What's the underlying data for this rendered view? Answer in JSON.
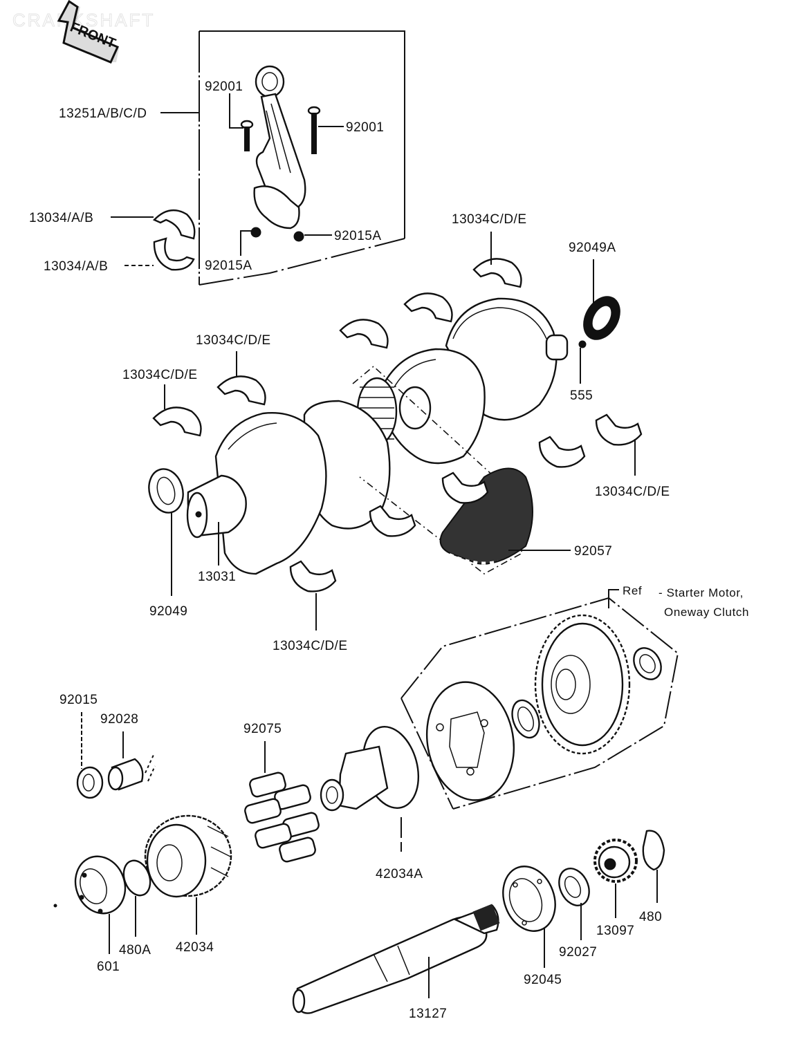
{
  "title_watermark": "CRANKSHAFT",
  "front_arrow": {
    "label": "FRONT"
  },
  "reference_note": {
    "ref": "Ref",
    "line1": "- Starter Motor,",
    "line2": "Oneway Clutch"
  },
  "parts": {
    "connecting_rod": "13251A/B/C/D",
    "rod_bolt_left": "92001",
    "rod_bolt_right": "92001",
    "rod_nut_right": "92015A",
    "rod_nut_left": "92015A",
    "rod_bearing_upper": "13034/A/B",
    "rod_bearing_lower": "13034/A/B",
    "main_bearing_top_right": "13034C/D/E",
    "oil_seal_right": "92049A",
    "pin_555": "555",
    "main_bearing_mid": "13034C/D/E",
    "main_bearing_left": "13034C/D/E",
    "main_bearing_right_lower": "13034C/D/E",
    "cam_chain": "92057",
    "crankshaft": "13031",
    "oil_seal_left": "92049",
    "main_bearing_bottom": "13034C/D/E",
    "nut_92015": "92015",
    "collar_92028": "92028",
    "damper_92075": "92075",
    "hub_42034A": "42034A",
    "bearing_601": "601",
    "circlip_480A": "480A",
    "sprocket_42034": "42034",
    "shaft_13127": "13127",
    "bearing_92045": "92045",
    "seal_92027": "92027",
    "sprocket_13097": "13097",
    "circlip_480": "480"
  }
}
